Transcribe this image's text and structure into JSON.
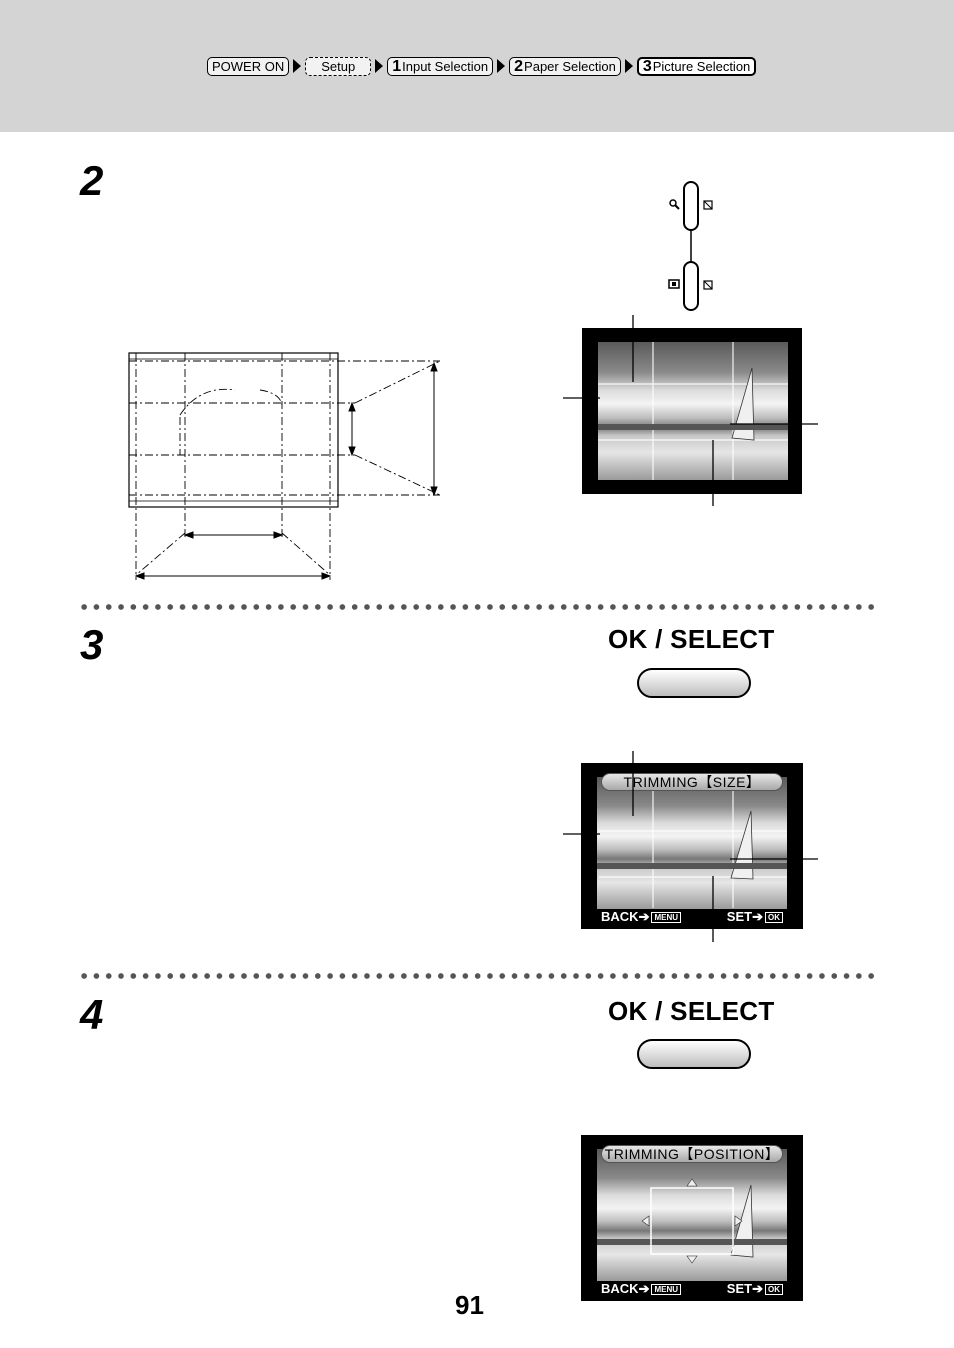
{
  "breadcrumb": {
    "items": [
      {
        "num": "",
        "label": "POWER ON"
      },
      {
        "num": "",
        "label": "Setup"
      },
      {
        "num": "1",
        "label": "Input Selection"
      },
      {
        "num": "2",
        "label": "Paper Selection"
      },
      {
        "num": "3",
        "label": "Picture Selection"
      }
    ]
  },
  "steps": [
    {
      "number": "2"
    },
    {
      "number": "3",
      "button_label": "OK / SELECT"
    },
    {
      "number": "4",
      "button_label": "OK / SELECT"
    }
  ],
  "screens": {
    "size": {
      "title": "TRIMMING【SIZE】",
      "back_label": "BACK",
      "back_key": "MENU",
      "set_label": "SET",
      "set_key": "OK"
    },
    "position": {
      "title": "TRIMMING【POSITION】",
      "back_label": "BACK",
      "back_key": "MENU",
      "set_label": "SET",
      "set_key": "OK"
    }
  },
  "icons": {
    "zoom_in": "magnifier-icon",
    "zoom_out": "frame-icon",
    "arrow": "triangle-right-icon"
  },
  "page_number": "91"
}
